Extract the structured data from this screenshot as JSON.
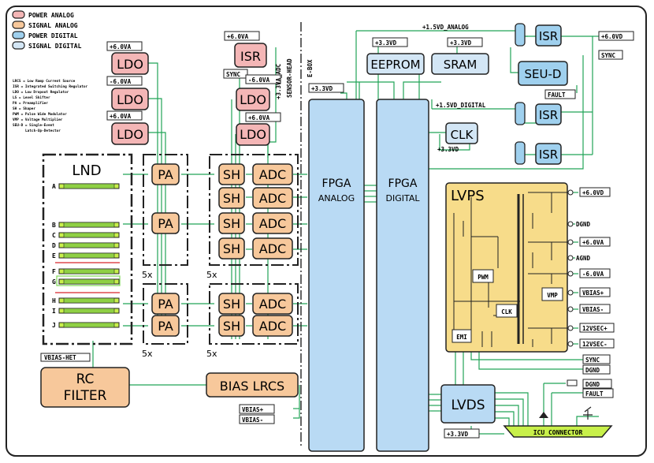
{
  "legend": {
    "items": [
      {
        "label": "POWER ANALOG",
        "color": "#f4b6b6"
      },
      {
        "label": "SIGNAL ANALOG",
        "color": "#f7c89b"
      },
      {
        "label": "POWER DIGITAL",
        "color": "#9fd0ee"
      },
      {
        "label": "SIGNAL DIGITAL",
        "color": "#d3e6f5"
      }
    ],
    "abbreviations": [
      "LRCS = Low Ramp Current Source",
      "ISR = Integrated Switching Regulator",
      "LDO = Low Dropout Regulator",
      "LS = Level Shifter",
      "PA = Preamplifier",
      "SH = Shaper",
      "PWM = Pulse Wide Modulator",
      "VMP = Voltage Multiplier",
      "SEU-D = Single-Event",
      "Latch-Up-Detector"
    ]
  },
  "colors": {
    "power_analog": "#f4b6b6",
    "signal_analog": "#f7c89b",
    "power_digital": "#9fd0ee",
    "signal_digital": "#d3e6f5",
    "lvps_bg": "#f7dc8a",
    "wire": "#21a457",
    "connector": "#c8f04a"
  },
  "ldo": {
    "label": "LDO",
    "supplies": [
      "+6.0VA",
      "-6.0VA",
      "+6.0VA"
    ]
  },
  "isr_analog": {
    "label": "ISR",
    "input": "+6.0VA",
    "sync": "SYNC",
    "output": "-6.0VA"
  },
  "shaper_ldo": {
    "label": "LDO",
    "supplies": [
      "-6.0VA",
      "+6.0VA"
    ]
  },
  "rail_labels": {
    "adc": "+3.3VA_ADC",
    "sensor_head": "SENSOR-HEAD",
    "ebox": "E-BOX",
    "fpga_supply": "+3.3VD"
  },
  "lnd": {
    "title": "LND",
    "rows": [
      "A",
      "B",
      "C",
      "D",
      "E",
      "F",
      "G",
      "H",
      "I",
      "J"
    ],
    "bias": "VBIAS-HET"
  },
  "chain": {
    "pa": "PA",
    "sh": "SH",
    "adc": "ADC",
    "mult": "5x"
  },
  "rc_filter": {
    "line1": "RC",
    "line2": "FILTER"
  },
  "bias_lrcs": {
    "label": "BIAS LRCS",
    "inputs": [
      "VBIAS+",
      "VBIAS-"
    ]
  },
  "fpga_analog": {
    "line1": "FPGA",
    "line2": "ANALOG"
  },
  "fpga_digital": {
    "line1": "FPGA",
    "line2": "DIGITAL"
  },
  "memory": {
    "eeprom": "EEPROM",
    "sram": "SRAM",
    "supply": "+3.3VD"
  },
  "clk": {
    "label": "CLK",
    "supply": "+3.3VD"
  },
  "rails": {
    "analog": "+1.5VD_ANALOG",
    "digital": "+1.5VD_DIGITAL"
  },
  "digital_isr": {
    "label": "ISR",
    "seu": "SEU-D",
    "fault": "FAULT",
    "input": "+6.0VD",
    "sync": "SYNC"
  },
  "lvps": {
    "title": "LVPS",
    "pwm": "PWM",
    "clk": "CLK",
    "vmp": "VMP",
    "emi": "EMI",
    "outputs": [
      "+6.0VD",
      "DGND",
      "+6.0VA",
      "AGND",
      "-6.0VA",
      "VBIAS+",
      "VBIAS-",
      "12VSEC+",
      "12VSEC-"
    ],
    "bottom": [
      "SYNC",
      "DGND"
    ]
  },
  "lvds": {
    "label": "LVDS",
    "supply": "+3.3VD",
    "outputs": [
      "DGND",
      "FAULT"
    ]
  },
  "icu": {
    "label": "ICU CONNECTOR"
  }
}
